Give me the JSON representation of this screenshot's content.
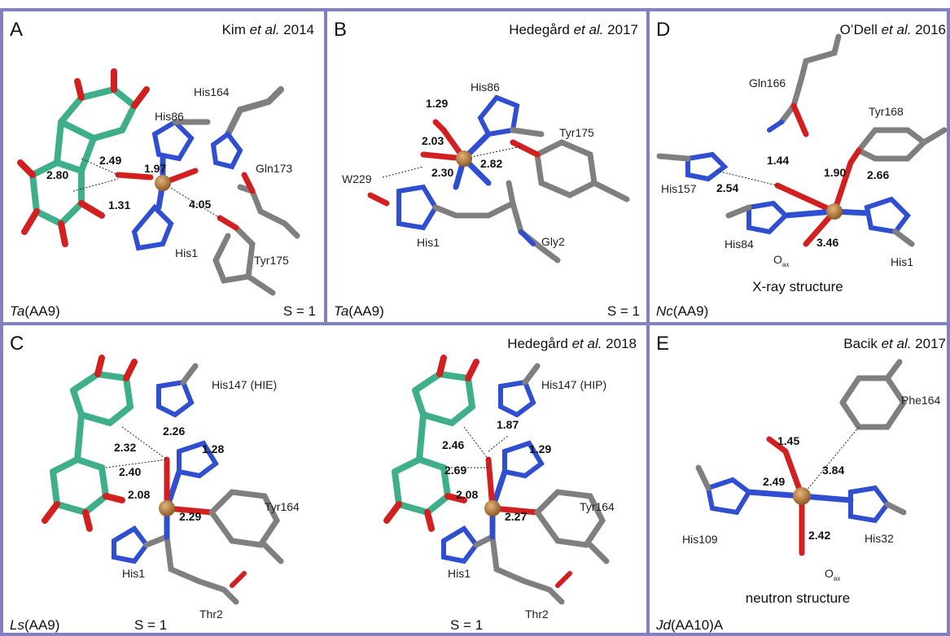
{
  "panels": {
    "A": {
      "letter": "A",
      "ref_pre": "Kim ",
      "ref_em": "et al.",
      "ref_post": " 2014",
      "footer_em": "Ta",
      "footer_post": "(AA9)",
      "spin": "S = 1",
      "residues": [
        "His164",
        "His86",
        "Gln173",
        "His1",
        "Tyr175"
      ],
      "distances": [
        "2.49",
        "1.97",
        "2.80",
        "1.31",
        "4.05"
      ]
    },
    "B": {
      "letter": "B",
      "ref_pre": "Hedegård ",
      "ref_em": "et al.",
      "ref_post": " 2017",
      "footer_em": "Ta",
      "footer_post": "(AA9)",
      "spin": "S = 1",
      "residues": [
        "His86",
        "Tyr175",
        "W229",
        "His1",
        "Gly2"
      ],
      "distances": [
        "1.29",
        "2.03",
        "2.30",
        "2.82"
      ]
    },
    "C": {
      "letter": "C",
      "ref_pre": "Hedegård ",
      "ref_em": "et al.",
      "ref_post": " 2018",
      "footer_em": "Ls",
      "footer_post": "(AA9)",
      "spin_left": "S = 1",
      "spin_right": "S = 1",
      "left": {
        "residues": [
          "His147 (HIE)",
          "Tyr164",
          "His1",
          "Thr2"
        ],
        "distances": [
          "2.26",
          "1.28",
          "2.32",
          "2.40",
          "2.08",
          "2.29"
        ]
      },
      "right": {
        "residues": [
          "His147 (HIP)",
          "Tyr164",
          "His1",
          "Thr2"
        ],
        "distances": [
          "1.87",
          "2.46",
          "1.29",
          "2.69",
          "2.08",
          "2.27"
        ]
      }
    },
    "D": {
      "letter": "D",
      "ref_pre": "O’Dell ",
      "ref_em": "et al.",
      "ref_post": " 2016",
      "footer_em": "Nc",
      "footer_post": "(AA9)",
      "caption": "X-ray structure",
      "residues": [
        "Gln166",
        "Tyr168",
        "His157",
        "His84",
        "His1"
      ],
      "oax_main": "O",
      "oax_sub": "ax",
      "distances": [
        "1.44",
        "1.90",
        "2.66",
        "2.54",
        "3.46"
      ]
    },
    "E": {
      "letter": "E",
      "ref_pre": "Bacik ",
      "ref_em": "et al.",
      "ref_post": " 2017",
      "footer_em": "Jd",
      "footer_post": "(AA10)A",
      "caption": "neutron structure",
      "residues": [
        "Phe164",
        "His109",
        "His32"
      ],
      "oax_main": "O",
      "oax_sub": "ax",
      "distances": [
        "1.45",
        "2.49",
        "3.84",
        "2.42"
      ]
    }
  },
  "colors": {
    "border": "#8181c0",
    "carbon": "#7f7f7f",
    "sugar_carbon": "#3fae8a",
    "nitrogen": "#2f4fd0",
    "oxygen": "#d21f1f",
    "copper": "#b0783a",
    "hydrogen": "#eeeeee"
  }
}
